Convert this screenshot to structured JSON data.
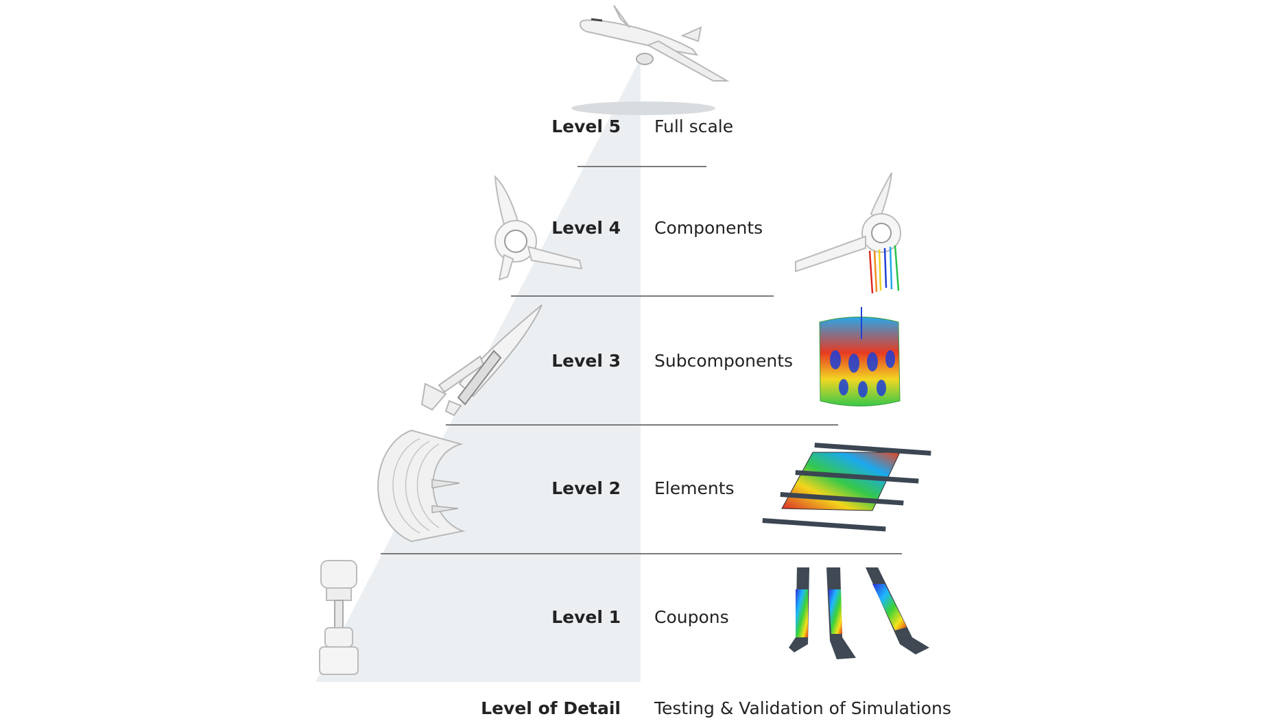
{
  "levels": [
    {
      "label": "Level 5",
      "name": "Full scale"
    },
    {
      "label": "Level 4",
      "name": "Components"
    },
    {
      "label": "Level 3",
      "name": "Subcomponents"
    },
    {
      "label": "Level 2",
      "name": "Elements"
    },
    {
      "label": "Level 1",
      "name": "Coupons"
    }
  ],
  "footer": {
    "left_label": "Level of Detail",
    "right_label": "Testing & Validation of Simulations"
  },
  "icons": {
    "level5": "airplane-icon",
    "level4": "helicopter-tail-icon",
    "level4_sim": "helicopter-tail-simulation-icon",
    "level3": "rocket-icon",
    "level3_sim": "cylinder-buckling-simulation-icon",
    "level2": "fuselage-section-icon",
    "level2_sim": "stiffened-panel-simulation-icon",
    "level1": "test-fixture-icon",
    "level1_sim": "coupon-specimens-simulation-icon"
  },
  "colors": {
    "pyramid_fill": "#eceff2",
    "divider": "#7a7a7a",
    "text": "#222222"
  }
}
